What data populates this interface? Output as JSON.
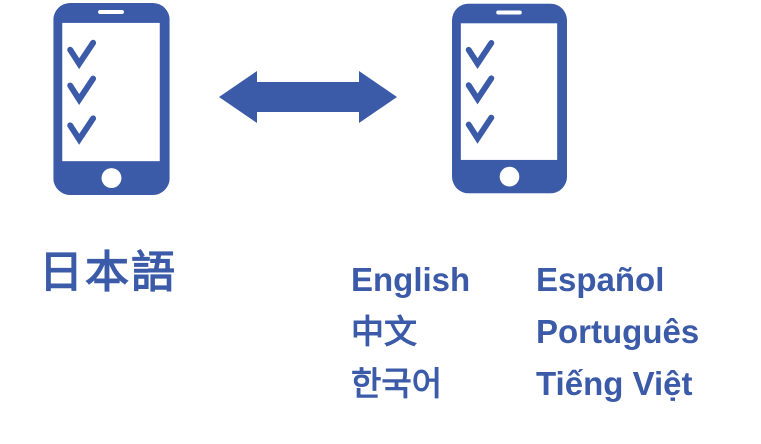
{
  "illustration": {
    "accent_color": "#3B5BA9",
    "background_color": "#ffffff",
    "source_phone": {
      "icon": "smartphone-checklist-icon",
      "label": "日本語"
    },
    "arrow": {
      "icon": "double-headed-arrow-icon",
      "direction": "bidirectional"
    },
    "target_phone": {
      "icon": "smartphone-checklist-icon"
    },
    "target_languages": {
      "column1": [
        "English",
        "中文",
        "한국어"
      ],
      "column2": [
        "Español",
        "Português",
        "Tiếng Việt"
      ]
    }
  }
}
